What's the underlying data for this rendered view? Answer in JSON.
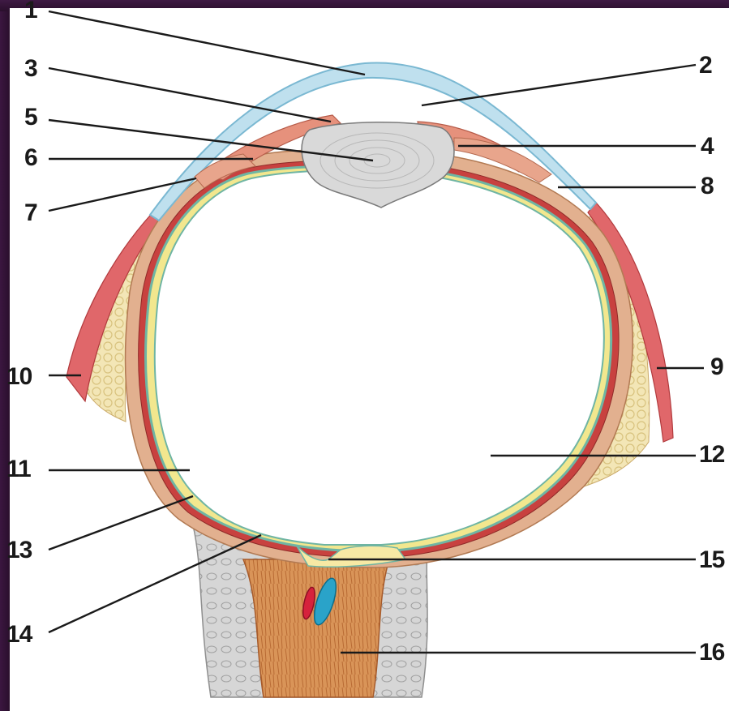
{
  "labels": {
    "l1": "1",
    "l2": "2",
    "l3": "3",
    "l4": "4",
    "l5": "5",
    "l6": "6",
    "l7": "7",
    "l8": "8",
    "l9": "9",
    "l10": "10",
    "l11": "11",
    "l12": "12",
    "l13": "13",
    "l14": "14",
    "l15": "15",
    "l16": "16"
  },
  "colors": {
    "background_frame": "#2a0f2c",
    "sclera": "#e2b08f",
    "choroid": "#c8413f",
    "retina": "#f2e78e",
    "retina_edge": "#6fb5a3",
    "cornea": "#bfe0ee",
    "lens": "#d9d9d9",
    "muscle": "#d9534f",
    "fat": "#efe0a8",
    "optic_nerve": "#d98f54",
    "artery": "#d6223c",
    "vein": "#2aa3c9"
  }
}
